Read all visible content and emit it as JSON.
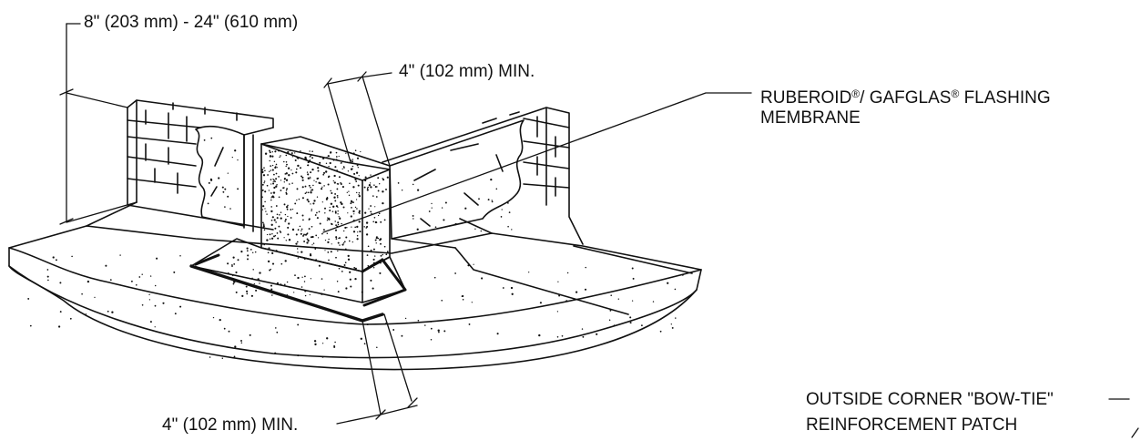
{
  "labels": {
    "wall_height": "8\" (203 mm) - 24\" (610 mm)",
    "top_min": "4\" (102 mm) MIN.",
    "bottom_min": "4\" (102 mm) MIN.",
    "membrane_brand_1": "RUBEROID",
    "membrane_brand_2": "/ GAFGLAS",
    "membrane_rest": " FLASHING",
    "membrane_line2": "MEMBRANE",
    "registered_mark": "®",
    "patch_line1": "OUTSIDE CORNER \"BOW-TIE\"",
    "patch_line2": "REINFORCEMENT PATCH"
  },
  "colors": {
    "line": "#111111",
    "background": "#ffffff"
  }
}
